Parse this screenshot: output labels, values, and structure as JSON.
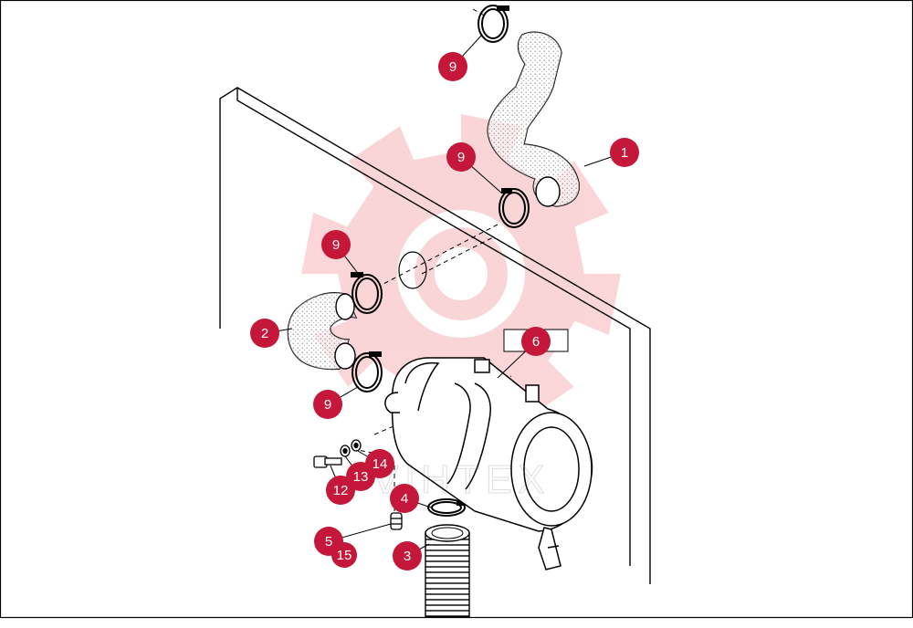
{
  "diagram": {
    "watermark": {
      "text": "VIHTEX",
      "color": "#e81c2e"
    },
    "callout_color": "#c4173a",
    "callouts": [
      {
        "id": "c-1",
        "label": "1"
      },
      {
        "id": "c-2",
        "label": "2"
      },
      {
        "id": "c-3",
        "label": "3"
      },
      {
        "id": "c-4",
        "label": "4"
      },
      {
        "id": "c-5",
        "label": "5"
      },
      {
        "id": "c-6",
        "label": "6"
      },
      {
        "id": "c-9a",
        "label": "9"
      },
      {
        "id": "c-9b",
        "label": "9"
      },
      {
        "id": "c-9c",
        "label": "9"
      },
      {
        "id": "c-9d",
        "label": "9"
      },
      {
        "id": "c-12",
        "label": "12"
      },
      {
        "id": "c-13",
        "label": "13"
      },
      {
        "id": "c-14",
        "label": "14"
      },
      {
        "id": "c-15",
        "label": "15"
      }
    ]
  }
}
